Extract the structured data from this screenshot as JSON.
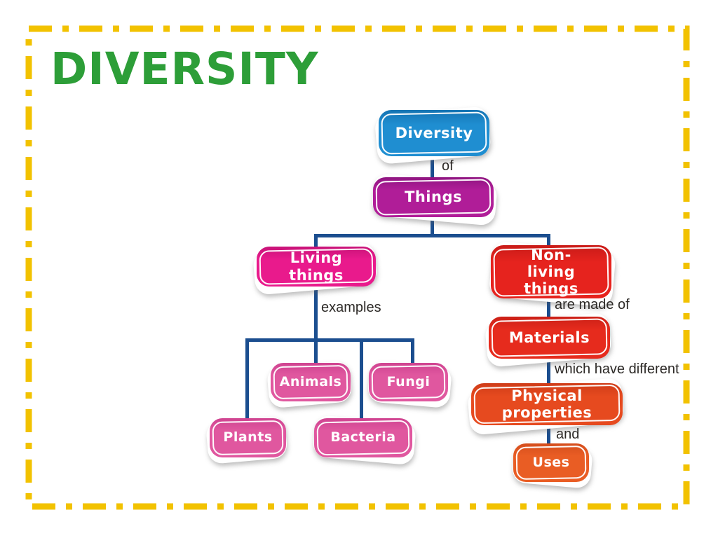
{
  "slide": {
    "title": "DIVERSITY",
    "title_color": "#2D9E38",
    "border_color": "#F2C200",
    "background": "#FFFFFF"
  },
  "map": {
    "line_color": "#1B4E8F",
    "nodes": {
      "diversity": {
        "label": "Diversity",
        "color": "#1F8ED1"
      },
      "things": {
        "label": "Things",
        "color": "#B01D98"
      },
      "living_things": {
        "label": "Living things",
        "color": "#E91A8C"
      },
      "non_living_things": {
        "label": "Non-living things",
        "color": "#E6231E"
      },
      "animals": {
        "label": "Animals",
        "color": "#E0579F"
      },
      "fungi": {
        "label": "Fungi",
        "color": "#E0579F"
      },
      "plants": {
        "label": "Plants",
        "color": "#E0579F"
      },
      "bacteria": {
        "label": "Bacteria",
        "color": "#E0579F"
      },
      "materials": {
        "label": "Materials",
        "color": "#E62B1D"
      },
      "physical_properties": {
        "label": "Physical properties",
        "color": "#E64A1F"
      },
      "uses": {
        "label": "Uses",
        "color": "#E95D24"
      }
    },
    "edge_labels": {
      "of": "of",
      "examples": "examples",
      "are_made_of": "are made of",
      "which_have_different": "which have different",
      "and": "and"
    }
  }
}
